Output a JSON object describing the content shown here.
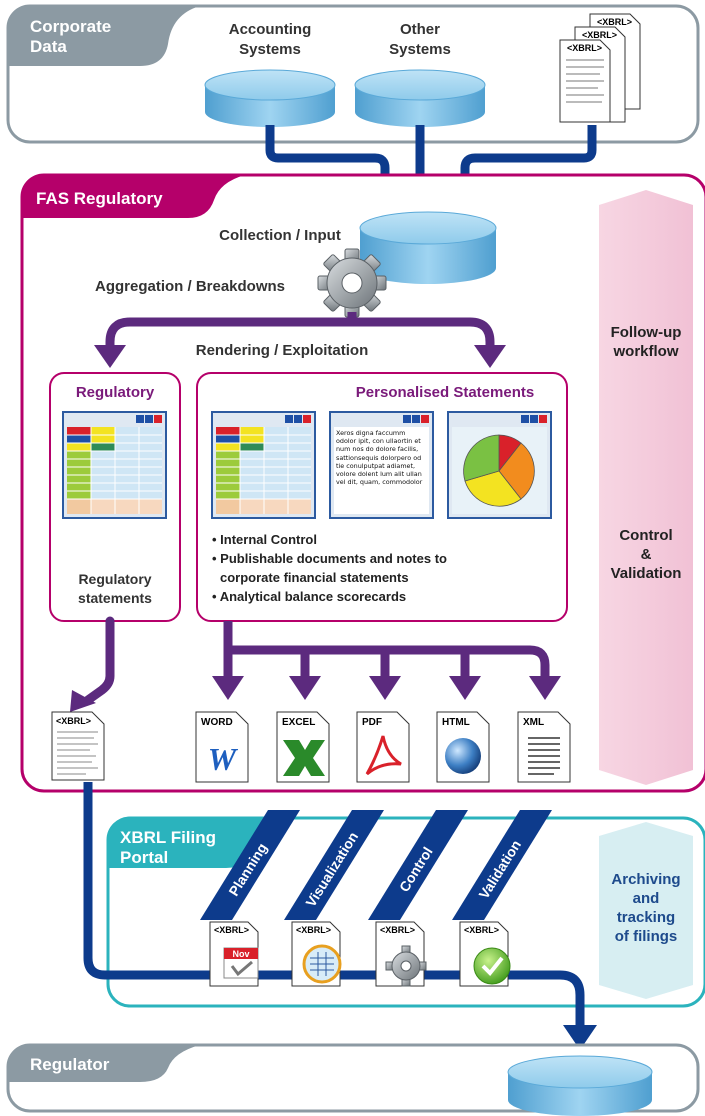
{
  "colors": {
    "corporate": "#8c9aa3",
    "fas": "#b5006a",
    "portal": "#2bb3bd",
    "regulator": "#8c9aa3",
    "flow_purple": "#5c2a7e",
    "flow_blue": "#0d3b8c",
    "side_panel": "#f2c6d8",
    "archive_panel": "#d7eef2",
    "database": "#7fc3ea"
  },
  "corporate": {
    "title_line1": "Corporate",
    "title_line2": "Data",
    "accounting_line1": "Accounting",
    "accounting_line2": "Systems",
    "other_line1": "Other",
    "other_line2": "Systems",
    "xbrl_tag": "<XBRL>"
  },
  "fas": {
    "title": "FAS Regulatory",
    "collection_label": "Collection / Input",
    "aggregation_label": "Aggregation / Breakdowns",
    "rendering_label": "Rendering / Exploitation",
    "side_panel": {
      "followup_line1": "Follow-up",
      "followup_line2": "workflow",
      "control_line1": "Control",
      "control_line2": "&",
      "control_line3": "Validation"
    },
    "regulatory_box": {
      "title": "Regulatory",
      "caption_line1": "Regulatory",
      "caption_line2": "statements"
    },
    "personalised_box": {
      "title": "Personalised Statements",
      "doc_text": "Xeros digna faccumm odolor ipit, con ullaortin et num nos do dolore facilis, sattionsequis dolorpero od tie conulputpat adiamet, volore dolent lum alit ullan vel dit, quam, commodolor",
      "bullets": [
        "Internal Control",
        "Publishable documents and notes to",
        "corporate financial statements",
        "Analytical balance scorecards"
      ]
    },
    "exports": [
      "WORD",
      "EXCEL",
      "PDF",
      "HTML",
      "XML"
    ],
    "xbrl_tag": "<XBRL>"
  },
  "portal": {
    "title_line1": "XBRL Filing",
    "title_line2": "Portal",
    "bands": [
      "Planning",
      "Visualization",
      "Control",
      "Validation"
    ],
    "calendar_month": "Nov",
    "archiving_line1": "Archiving",
    "archiving_line2": "and",
    "archiving_line3": "tracking",
    "archiving_line4": "of filings",
    "xbrl_tag": "<XBRL>"
  },
  "regulator": {
    "title": "Regulator"
  }
}
